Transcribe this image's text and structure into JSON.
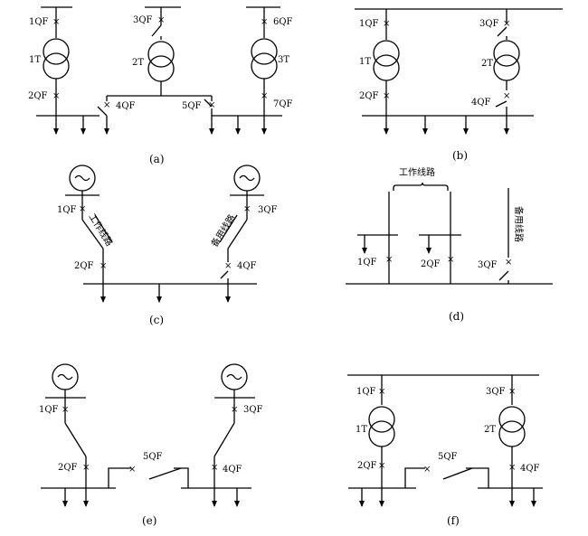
{
  "panels": {
    "a": {
      "caption": "(a)",
      "labels": [
        "1QF",
        "3QF",
        "6QF",
        "1T",
        "2T",
        "3T",
        "2QF",
        "4QF",
        "5QF",
        "7QF"
      ]
    },
    "b": {
      "caption": "(b)",
      "labels": [
        "1QF",
        "3QF",
        "1T",
        "2T",
        "2QF",
        "4QF"
      ]
    },
    "c": {
      "caption": "(c)",
      "labels": [
        "1QF",
        "3QF",
        "2QF",
        "4QF"
      ],
      "line_working": "工作线路",
      "line_standby": "备用线路"
    },
    "d": {
      "caption": "(d)",
      "header": "工作线路",
      "standby": "备用线路",
      "labels": [
        "1QF",
        "2QF",
        "3QF"
      ]
    },
    "e": {
      "caption": "(e)",
      "labels": [
        "1QF",
        "3QF",
        "5QF",
        "2QF",
        "4QF"
      ]
    },
    "f": {
      "caption": "(f)",
      "labels": [
        "1QF",
        "3QF",
        "1T",
        "2T",
        "5QF",
        "2QF",
        "4QF"
      ]
    }
  }
}
